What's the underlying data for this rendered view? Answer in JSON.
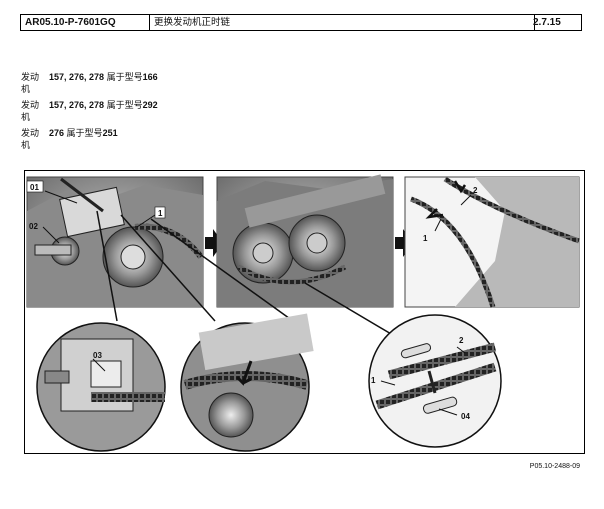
{
  "header": {
    "doc_number": "AR05.10-P-7601GQ",
    "title": "更换发动机正时链",
    "version": "2.7.15"
  },
  "engines": [
    {
      "label": "发动机",
      "models": "157, 276, 278",
      "relation": "属于型号",
      "type": "166"
    },
    {
      "label": "发动机",
      "models": "157, 276, 278",
      "relation": "属于型号",
      "type": "292"
    },
    {
      "label": "发动机",
      "models": "276",
      "relation": "属于型号",
      "type": "251"
    }
  ],
  "figure": {
    "callouts": {
      "a": "01",
      "b": "02",
      "c": "1",
      "d": "03",
      "e": "2",
      "f": "1",
      "g": "2",
      "h": "1",
      "i": "04"
    },
    "reference": "P05.10-2488-09"
  }
}
